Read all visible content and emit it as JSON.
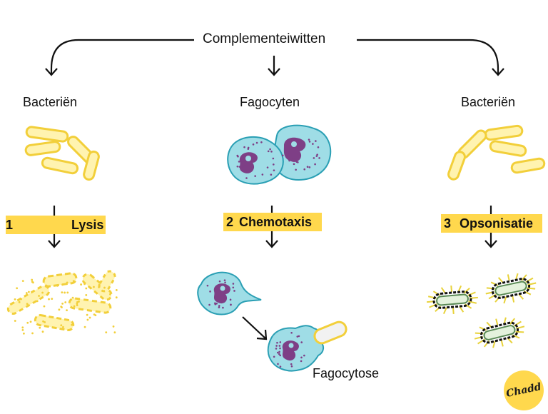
{
  "title": "Complementeiwitten",
  "columns": {
    "left_heading": "Bacteriën",
    "middle_heading": "Fagocyten",
    "right_heading": "Bacteriën"
  },
  "steps": [
    {
      "number": "1",
      "label": "Lysis"
    },
    {
      "number": "2",
      "label": "Chemotaxis"
    },
    {
      "number": "3",
      "label": "Opsonisatie"
    }
  ],
  "fagocytose_label": "Fagocytose",
  "logo_text": "Chadd",
  "colors": {
    "band": "#ffd84d",
    "bacteria_fill": "#fff3b0",
    "bacteria_stroke": "#f2cf3a",
    "cell_fill": "#9fdde6",
    "cell_stroke": "#2a9fb4",
    "nucleus": "#7e3f86",
    "opsonized_fill": "#e4f2dc",
    "opsonized_stroke": "#5a8a55"
  }
}
